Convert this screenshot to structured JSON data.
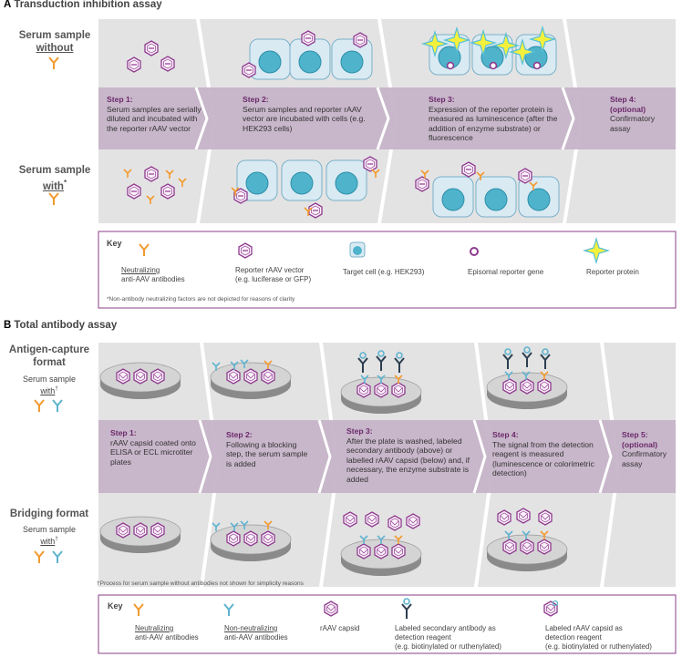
{
  "panel_a": {
    "letter": "A",
    "title": "Transduction inhibition assay",
    "row1": {
      "label": "Serum sample",
      "label_underlined": "without"
    },
    "row2": {
      "label": "Serum sample",
      "label_underlined": "with",
      "mark": "*"
    },
    "steps": [
      {
        "title": "Step 1:",
        "text": "Serum samples are serially diluted and incubated with the reporter rAAV vector"
      },
      {
        "title": "Step 2:",
        "text": "Serum samples and reporter rAAV vector are incubated with cells (e.g. HEK293 cells)"
      },
      {
        "title": "Step 3:",
        "text": "Expression of the reporter protein is measured as luminescence (after the addition of enzyme substrate) or fluorescence"
      },
      {
        "title": "Step 4:",
        "title2": "(optional)",
        "text": "Confirmatory assay"
      }
    ],
    "key": {
      "title": "Key",
      "items": [
        {
          "icon": "neutralizing-antibody-icon",
          "line1": "Neutralizing",
          "line2": "anti-AAV antibodies"
        },
        {
          "icon": "reporter-vector-icon",
          "line1": "Reporter rAAV vector",
          "line2": "(e.g. luciferase or GFP)"
        },
        {
          "icon": "target-cell-icon",
          "line1": "Target cell (e.g. HEK293)",
          "line2": ""
        },
        {
          "icon": "episomal-gene-icon",
          "line1": "Episomal reporter gene",
          "line2": ""
        },
        {
          "icon": "reporter-protein-icon",
          "line1": "Reporter protein",
          "line2": ""
        }
      ],
      "footnote": "*Non-antibody neutralizing factors are not depicted for reasons of clarity"
    }
  },
  "panel_b": {
    "letter": "B",
    "title": "Total antibody assay",
    "row1": {
      "label": "Antigen-capture format",
      "sub": "Serum sample",
      "sub_underlined": "with",
      "mark": "†"
    },
    "row2": {
      "label": "Bridging format",
      "sub": "Serum sample",
      "sub_underlined": "with",
      "mark": "†"
    },
    "steps": [
      {
        "title": "Step 1:",
        "text": "rAAV capsid coated onto ELISA or ECL microtiter plates"
      },
      {
        "title": "Step 2:",
        "text": "Following a blocking step, the serum sample is added"
      },
      {
        "title": "Step 3:",
        "text": "After the plate is washed, labeled secondary antibody (above) or labelled rAAV capsid (below) and, if necessary, the enzyme substrate is added"
      },
      {
        "title": "Step 4:",
        "text": "The signal from the detection reagent is measured (luminescence or colorimetric detection)"
      },
      {
        "title": "Step 5:",
        "title2": "(optional)",
        "text": "Confirmatory assay"
      }
    ],
    "footnote": "†Process for serum sample without antibodies not shown for simplicity reasons",
    "key": {
      "title": "Key",
      "items": [
        {
          "icon": "neutralizing-antibody-icon",
          "line1": "Neutralizing",
          "line2": "anti-AAV antibodies"
        },
        {
          "icon": "non-neutralizing-antibody-icon",
          "line1": "Non-neutralizing",
          "line2": "anti-AAV antibodies"
        },
        {
          "icon": "capsid-icon",
          "line1": "rAAV capsid",
          "line2": ""
        },
        {
          "icon": "labeled-secondary-antibody-icon",
          "line1": "Labeled secondary antibody as",
          "line2": "detection reagent",
          "line3": "(e.g. biotinylated or ruthenylated)"
        },
        {
          "icon": "labeled-capsid-icon",
          "line1": "Labeled rAAV capsid as",
          "line2": "detection reagent",
          "line3": "(e.g. biotinylated or ruthenylated)"
        }
      ]
    }
  },
  "colors": {
    "panel_gray": "#e3e3e3",
    "band_purple": "#c6b3c8",
    "capsid": "#8e3a8e",
    "neutralizing": "#f39a2e",
    "non_neutralizing": "#5fb3cf",
    "cell_fill": "#d9eaf3",
    "nucleus": "#4fb3cc",
    "star": "#f5f03c",
    "key_border": "#8a3f8a"
  }
}
